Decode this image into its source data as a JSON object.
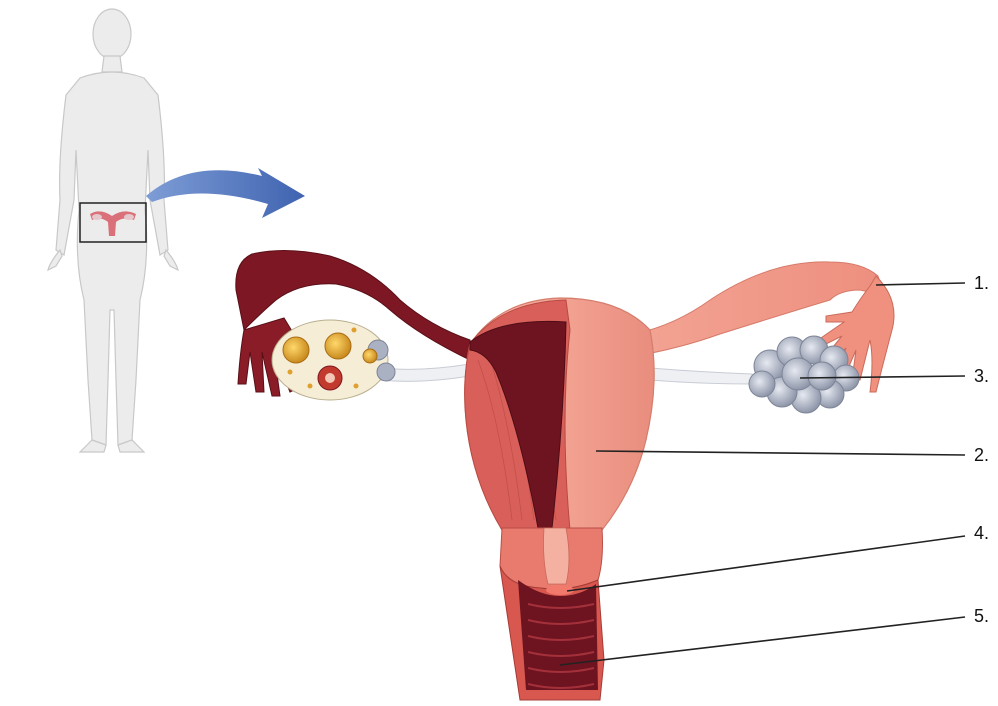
{
  "colors": {
    "background": "#ffffff",
    "body_silhouette": "#e9e9e9",
    "body_outline": "#c9c9c9",
    "arrow": "#4a6fb8",
    "tube_dark": "#7a1a24",
    "tube_light": "#f09c8e",
    "uterus_outer": "#f3a797",
    "myometrium": "#d95a55",
    "cavity": "#6e1420",
    "ovary_white": "#f6eeda",
    "follicle": "#e8b23a",
    "ovary_grey": "#aeb4c4",
    "leader_line": "#222222"
  },
  "icons": {
    "figure": "female-body-silhouette-icon",
    "arrow": "curved-arrow-icon"
  },
  "labels": [
    {
      "id": "1",
      "text": "1."
    },
    {
      "id": "3",
      "text": "3."
    },
    {
      "id": "2",
      "text": "2."
    },
    {
      "id": "4",
      "text": "4."
    },
    {
      "id": "5",
      "text": "5."
    }
  ]
}
